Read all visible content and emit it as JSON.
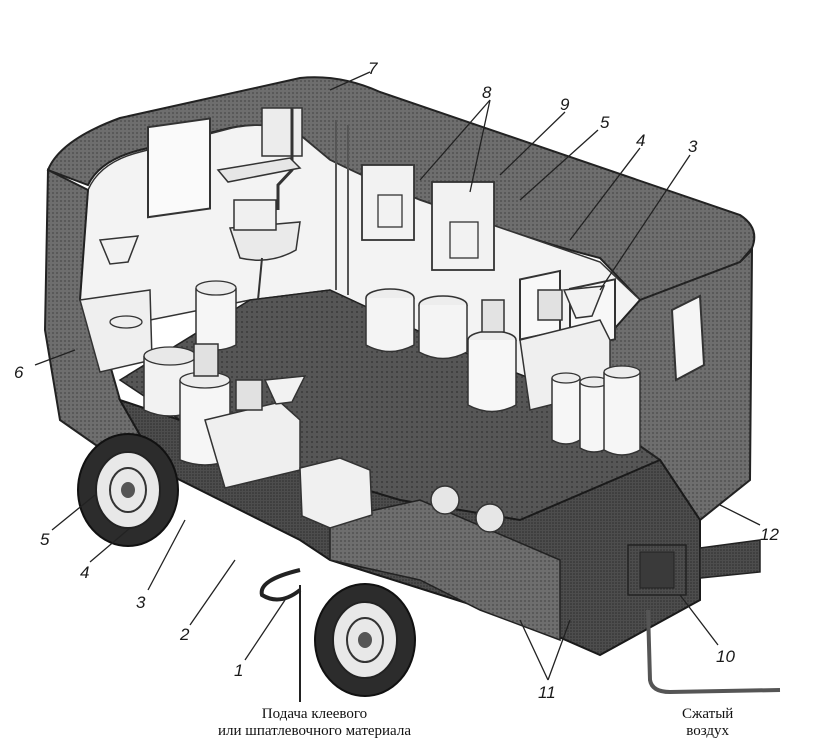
{
  "diagram": {
    "callouts": {
      "c7": "7",
      "c8": "8",
      "c9": "9",
      "c5_top": "5",
      "c4_top": "4",
      "c3_top": "3",
      "c6": "6",
      "c5_bottom": "5",
      "c4_bottom": "4",
      "c3_bottom": "3",
      "c2": "2",
      "c1": "1",
      "c11": "11",
      "c10": "10",
      "c12": "12"
    },
    "captions": {
      "feed_line1": "Подача клеевого",
      "feed_line2": "или шпатлевочного материала",
      "air_line1": "Сжатый",
      "air_line2": "воздух"
    }
  }
}
